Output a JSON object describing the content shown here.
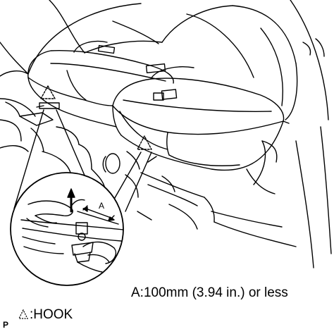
{
  "annotation": {
    "spec_text": "A:100mm (3.94 in.) or less",
    "callout_label": "A"
  },
  "legend": {
    "symbol_icon": "dashed-triangle-icon",
    "label": ":HOOK"
  },
  "figure_mark": "P"
}
